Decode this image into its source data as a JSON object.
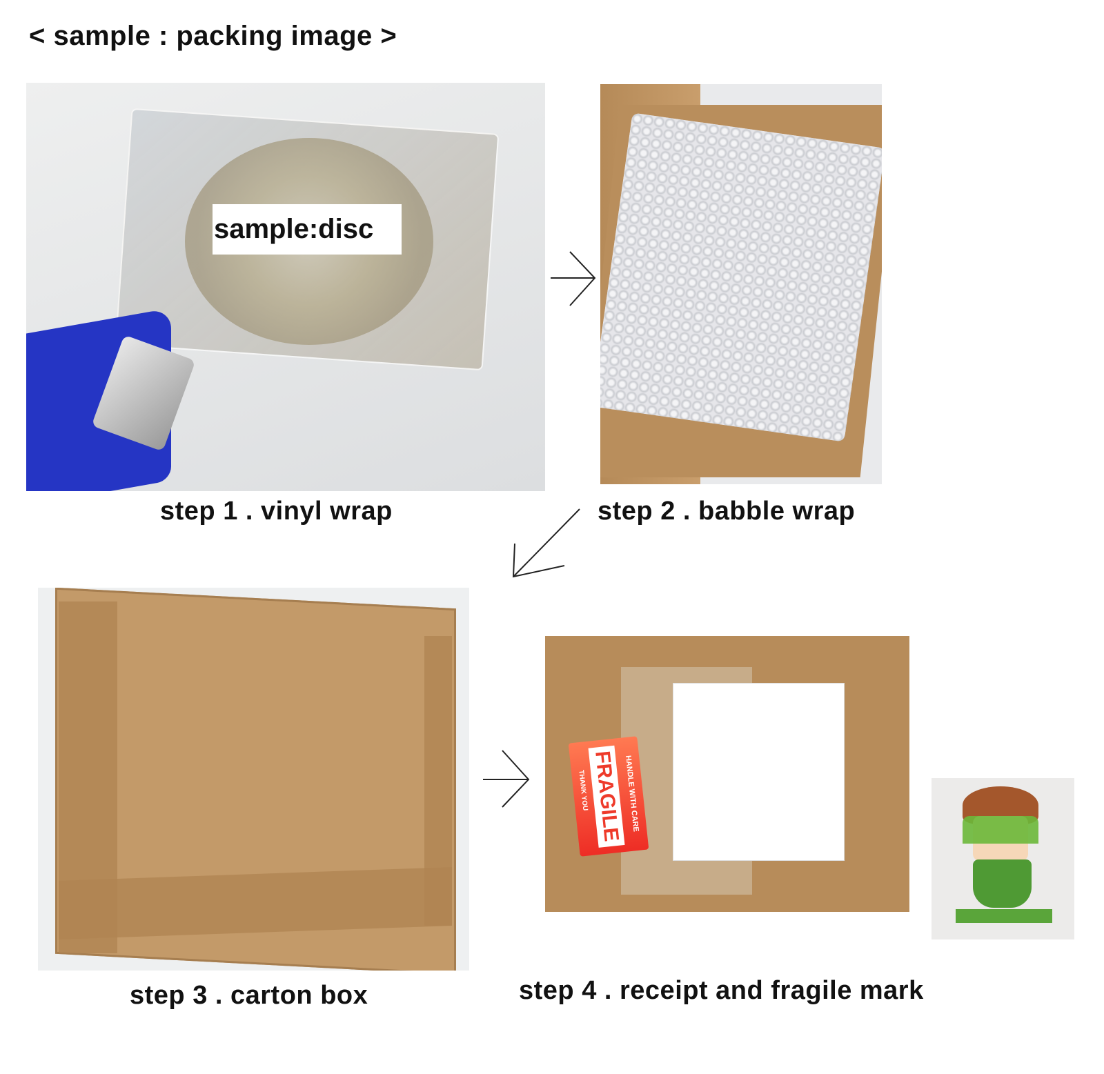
{
  "title": "< sample : packing image >",
  "steps": [
    {
      "caption": "step 1 . vinyl wrap",
      "overlay_label": "sample:disc"
    },
    {
      "caption": "step 2 . babble wrap"
    },
    {
      "caption": "step 3 . carton box"
    },
    {
      "caption": "step 4 . receipt and fragile mark",
      "sticker": {
        "main": "FRAGILE",
        "top": "HANDLE WITH CARE",
        "bottom": "THANK YOU"
      }
    }
  ],
  "colors": {
    "cardboard": "#b98e5c",
    "tape_dispenser": "#2535c4",
    "sticker": "#f04a2e"
  }
}
